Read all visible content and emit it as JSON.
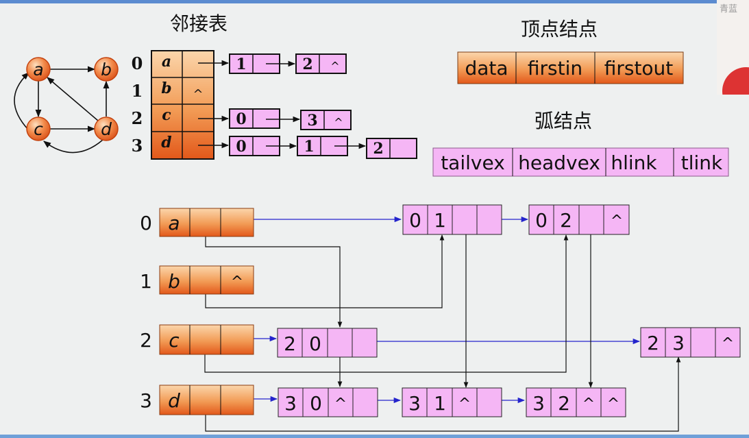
{
  "titles": {
    "adjacency_list": "邻接表",
    "vertex_node": "顶点结点",
    "arc_node": "弧结点"
  },
  "graph": {
    "vertices": [
      "a",
      "b",
      "c",
      "d"
    ],
    "edges": [
      [
        "a",
        "b"
      ],
      [
        "a",
        "c"
      ],
      [
        "c",
        "d"
      ],
      [
        "d",
        "b"
      ],
      [
        "d",
        "a"
      ],
      [
        "d",
        "c"
      ]
    ]
  },
  "adjacency_list": {
    "indices": [
      "0",
      "1",
      "2",
      "3"
    ],
    "names": [
      "a",
      "b",
      "c",
      "d"
    ],
    "null_symbol": "^",
    "lists": [
      [
        "1",
        "2"
      ],
      [],
      [
        "0",
        "3"
      ],
      [
        "0",
        "1",
        "2"
      ]
    ]
  },
  "vertex_node_fields": [
    "data",
    "firstin",
    "firstout"
  ],
  "arc_node_fields": [
    "tailvex",
    "headvex",
    "hlink",
    "tlink"
  ],
  "orthogonal_list": {
    "indices": [
      "0",
      "1",
      "2",
      "3"
    ],
    "names": [
      "a",
      "b",
      "c",
      "d"
    ],
    "arcs": [
      {
        "tail": "0",
        "head": "1"
      },
      {
        "tail": "0",
        "head": "2"
      },
      {
        "tail": "2",
        "head": "0"
      },
      {
        "tail": "2",
        "head": "3"
      },
      {
        "tail": "3",
        "head": "0"
      },
      {
        "tail": "3",
        "head": "1"
      },
      {
        "tail": "3",
        "head": "2"
      }
    ],
    "null_symbol": "^"
  },
  "colors": {
    "orange_top": "#f9d3a8",
    "orange_bottom": "#e8611a",
    "pink": "#f5b6f5",
    "blue_arrow": "#2222cc",
    "black": "#111111"
  },
  "webcam": {
    "text": "青蓝"
  }
}
